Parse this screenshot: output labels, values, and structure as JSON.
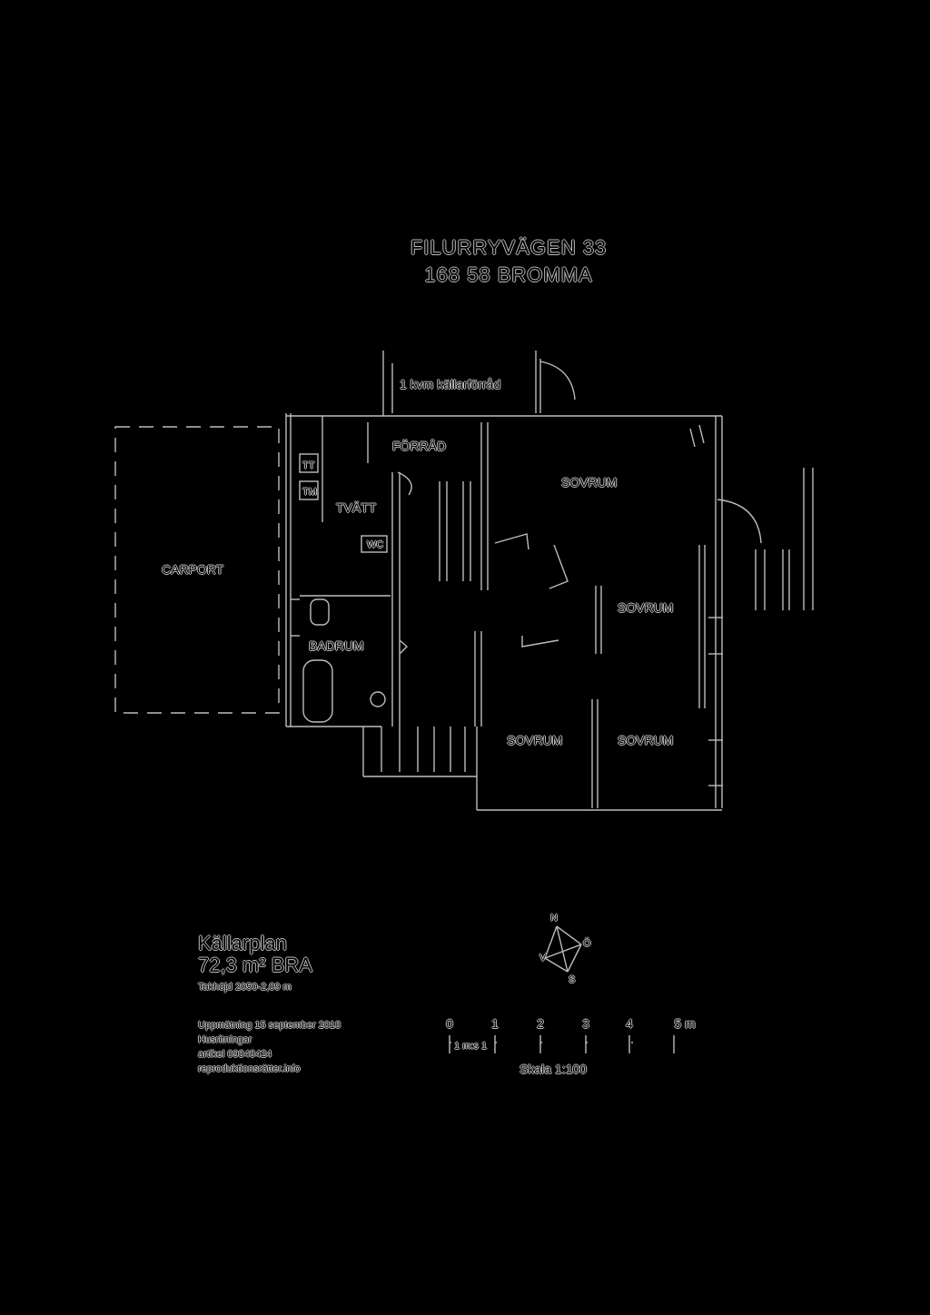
{
  "address": {
    "line1": "FILURRYVÄGEN 33",
    "line2": "168 58 BROMMA"
  },
  "plan": {
    "title": "Källarplan",
    "area": "72,3 m² BRA",
    "ceiling": "Takhöjd 2050-2,09 m"
  },
  "rooms": {
    "utility": "1 kvm källarförråd",
    "hall": "FÖRRÅD",
    "laundry": "TVÄTT",
    "wc_label": "WC",
    "tt_label": "TT",
    "tm_label": "TM",
    "carport": "CARPORT",
    "bathroom": "BADRUM",
    "living": "SOVRUM",
    "bedroom1": "SOVRUM",
    "bedroom2": "SOVRUM",
    "bedroom3": "SOVRUM"
  },
  "compass": {
    "n": "N",
    "s": "S",
    "e": "Ö",
    "w": "V"
  },
  "scale": {
    "ticks": [
      "0",
      "1",
      "2",
      "3",
      "4",
      "5 m"
    ],
    "sub": "1 m:s 1",
    "ratio": "Skala 1:100"
  },
  "info": {
    "line1": "Uppmätning 15 september 2018",
    "line2": "Husritningar",
    "line3": "artikel 09348424",
    "line4": "reproduktionsrätter.info"
  },
  "colors": {
    "background": "#000000",
    "line": "#bdbdbd"
  }
}
